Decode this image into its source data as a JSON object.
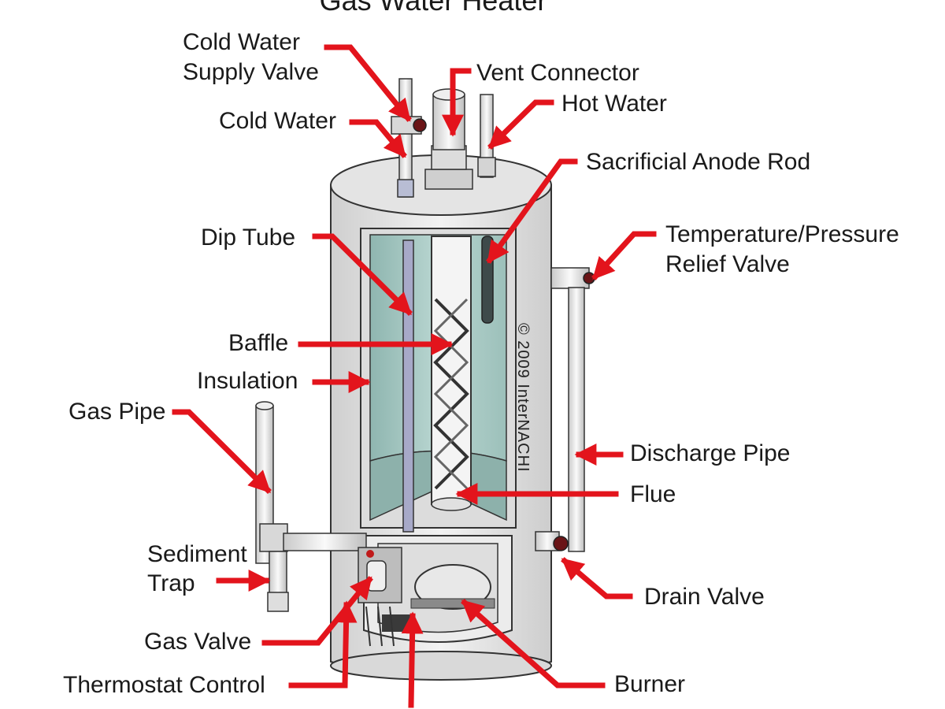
{
  "title": "Gas Water Heater",
  "copyright": "© 2009 InterNACHI",
  "labels": {
    "cold_water_supply_valve": [
      "Cold Water",
      "Supply Valve"
    ],
    "vent_connector": "Vent Connector",
    "hot_water": "Hot Water",
    "cold_water": "Cold Water",
    "sacrificial_anode_rod": "Sacrificial Anode Rod",
    "dip_tube": "Dip Tube",
    "tp_relief_valve": [
      "Temperature/Pressure",
      "Relief Valve"
    ],
    "baffle": "Baffle",
    "insulation": "Insulation",
    "gas_pipe": "Gas Pipe",
    "discharge_pipe": "Discharge Pipe",
    "flue": "Flue",
    "sediment_trap": [
      "Sediment",
      "Trap"
    ],
    "drain_valve": "Drain Valve",
    "gas_valve": "Gas Valve",
    "thermostat_control": "Thermostat Control",
    "burner": "Burner"
  },
  "colors": {
    "arrow": "#e3141c",
    "tank_shell": "#e6e6e6",
    "water": "#a9c8c3",
    "outline": "#333333"
  }
}
